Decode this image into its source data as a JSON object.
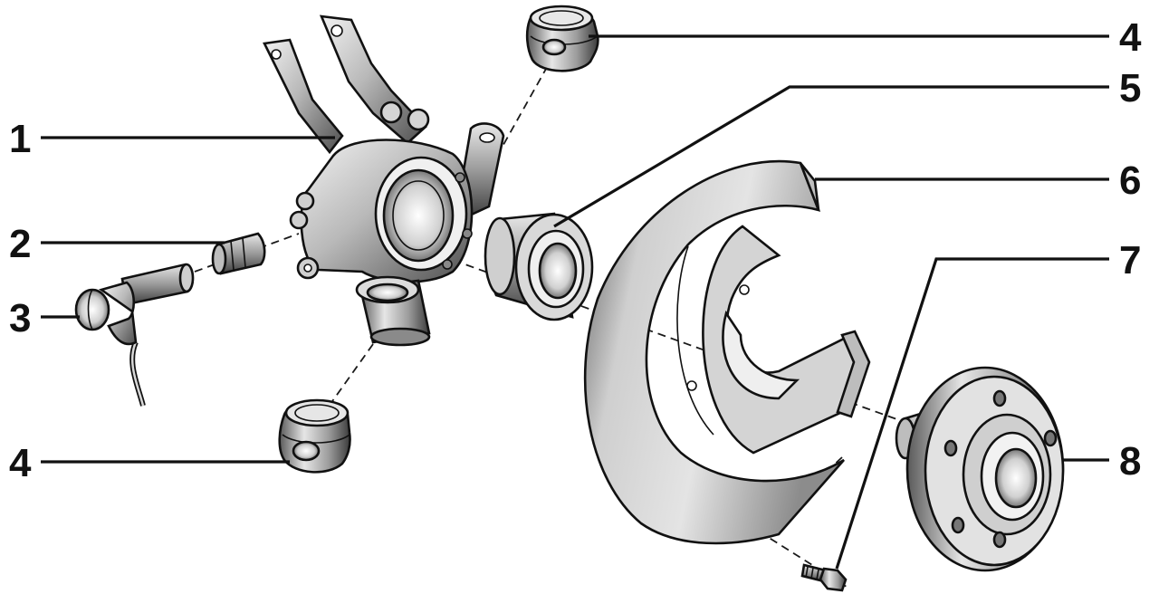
{
  "diagram": {
    "callouts": [
      {
        "id": "1",
        "label": "1"
      },
      {
        "id": "2",
        "label": "2"
      },
      {
        "id": "3",
        "label": "3"
      },
      {
        "id": "4a",
        "label": "4"
      },
      {
        "id": "4b",
        "label": "4"
      },
      {
        "id": "5",
        "label": "5"
      },
      {
        "id": "6",
        "label": "6"
      },
      {
        "id": "7",
        "label": "7"
      },
      {
        "id": "8",
        "label": "8"
      }
    ],
    "parts": [
      {
        "callout": "1",
        "shape": "steering-knuckle"
      },
      {
        "callout": "2",
        "shape": "sleeve"
      },
      {
        "callout": "3",
        "shape": "wheel-speed-sensor"
      },
      {
        "callout": "4",
        "shape": "rubber-bushing"
      },
      {
        "callout": "5",
        "shape": "wheel-bearing"
      },
      {
        "callout": "6",
        "shape": "brake-dust-shield"
      },
      {
        "callout": "7",
        "shape": "bolt"
      },
      {
        "callout": "8",
        "shape": "wheel-hub"
      }
    ],
    "colors": {
      "line": "#111111",
      "metal_light": "#d9d9d9",
      "metal_mid": "#a6a6a6",
      "metal_dark": "#5a5a5a",
      "background": "#ffffff"
    }
  }
}
